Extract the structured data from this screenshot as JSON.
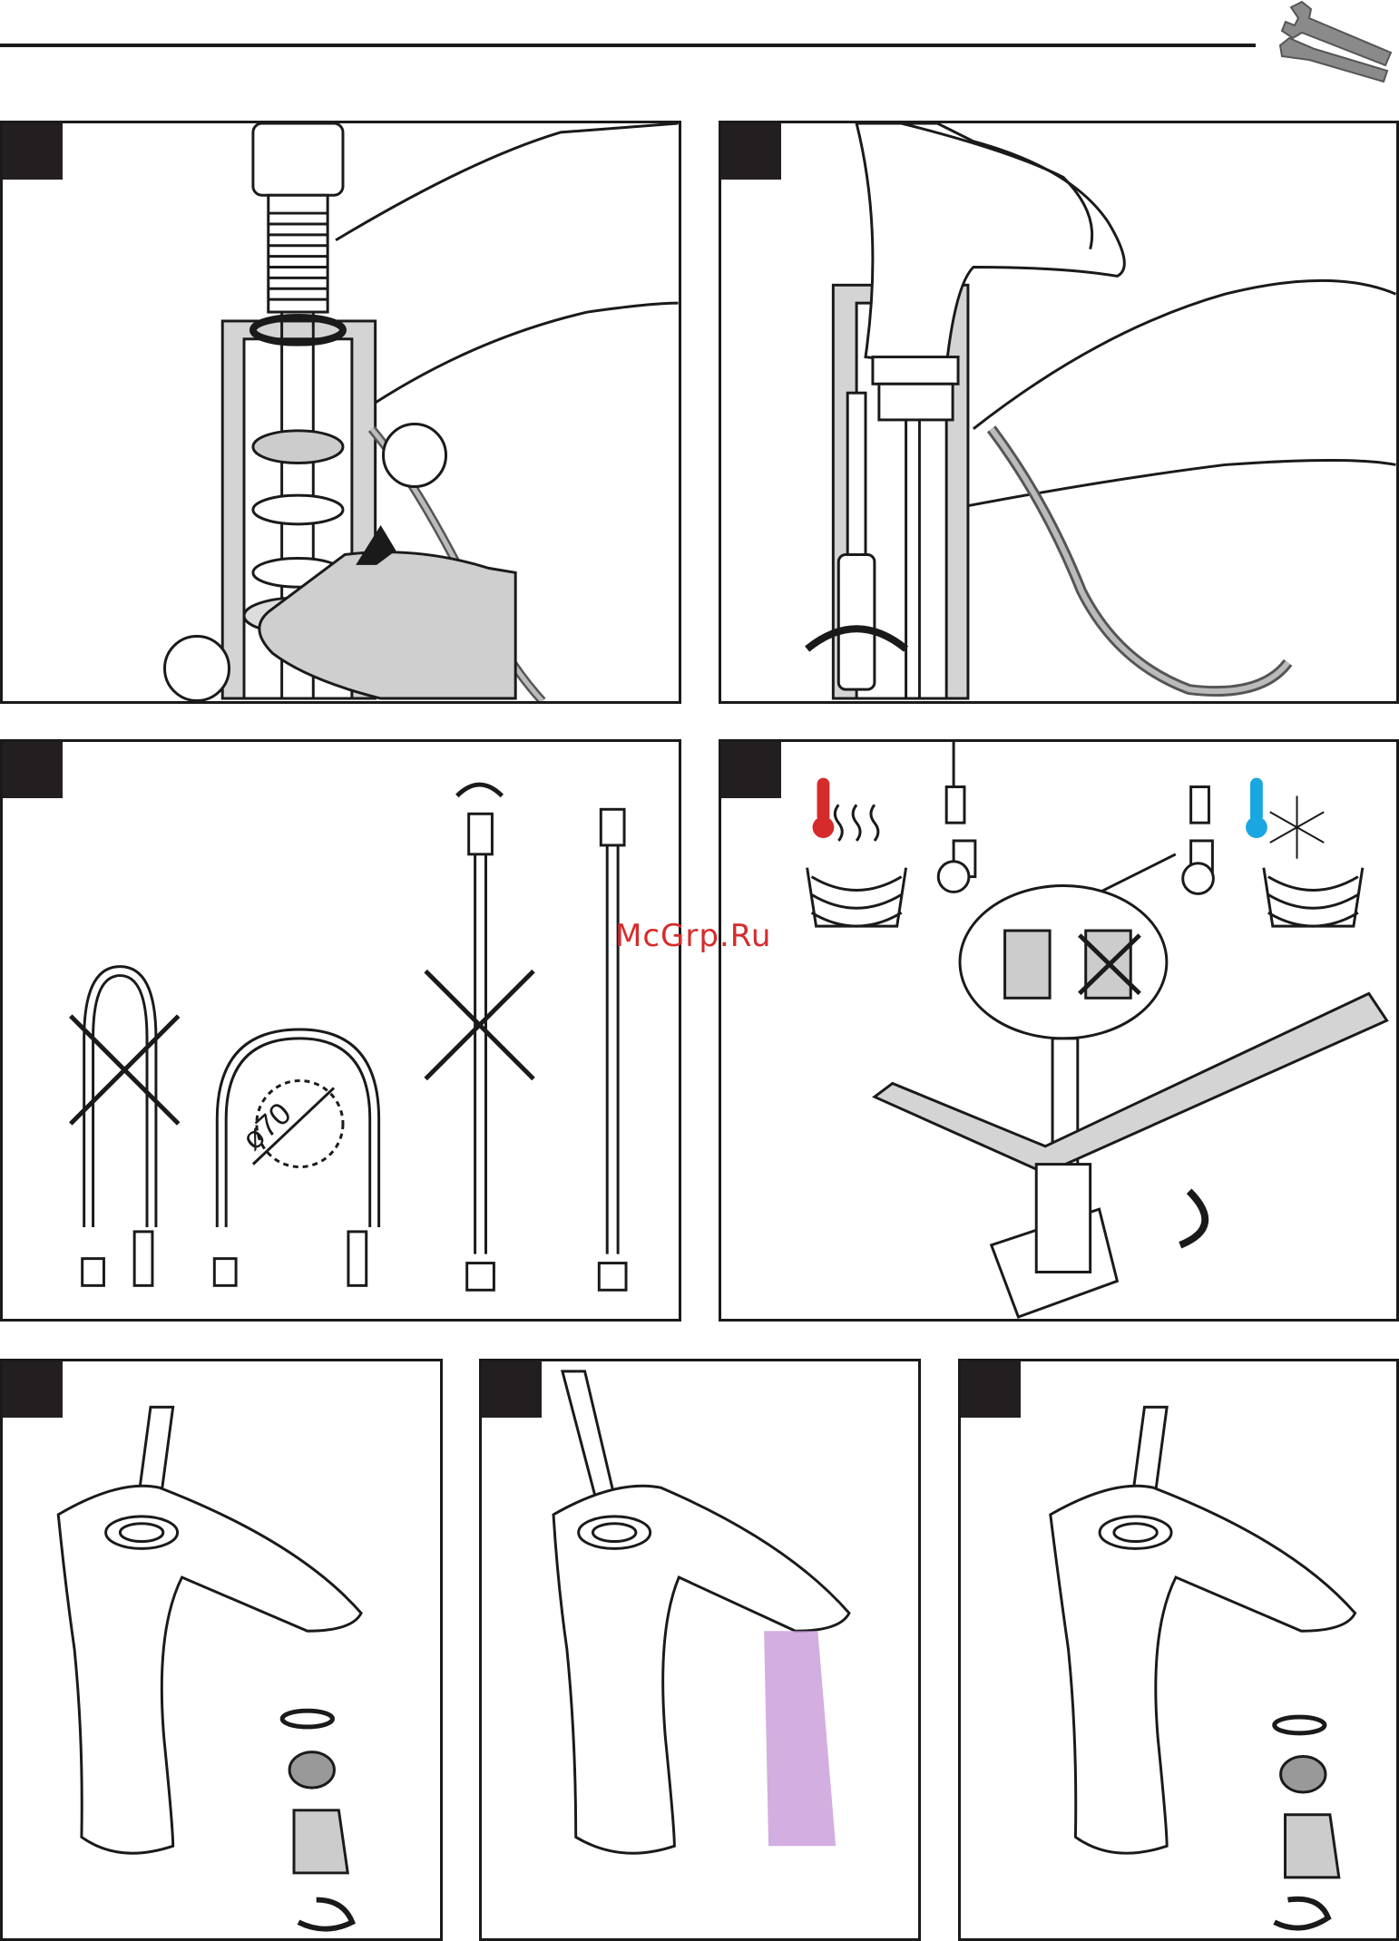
{
  "page": {
    "watermark": "McGrp.Ru"
  },
  "panels": [
    {
      "id": "p1",
      "name": "fitting-mounting-panel"
    },
    {
      "id": "p2",
      "name": "screwdriver-tightening-panel"
    },
    {
      "id": "p3",
      "name": "hose-bending-panel",
      "diameter_label": "ø70"
    },
    {
      "id": "p4",
      "name": "hot-cold-connection-panel"
    },
    {
      "id": "p5",
      "name": "aerator-removal-panel"
    },
    {
      "id": "p6",
      "name": "flushing-panel"
    },
    {
      "id": "p7",
      "name": "aerator-install-panel"
    }
  ],
  "colors": {
    "ink": "#1a1a1a",
    "gray": "#b9b9b9",
    "hot": "#d62b2b",
    "cold": "#1aa6e0",
    "flush": "#c89ad8"
  },
  "icons": [
    "wrench-screwdriver-icon",
    "thermometer-hot-icon",
    "thermometer-cold-icon",
    "snowflake-icon",
    "steam-icon"
  ]
}
